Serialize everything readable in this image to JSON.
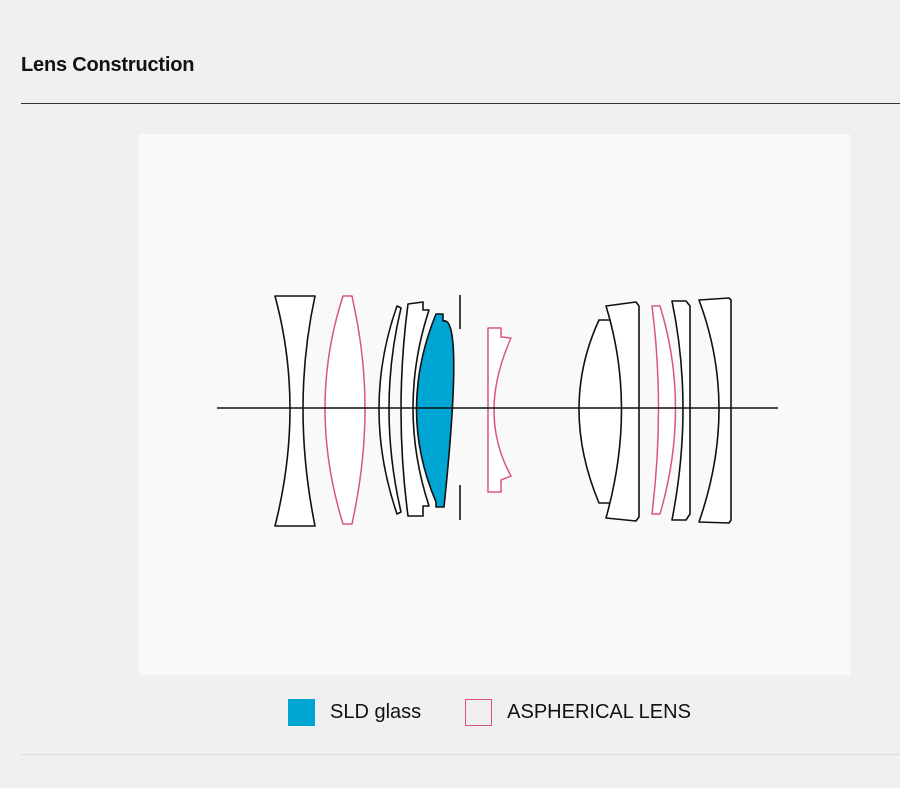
{
  "section": {
    "title": "Lens Construction"
  },
  "diagram": {
    "colors": {
      "outline": "#111111",
      "sld_fill": "#00a6d3",
      "aspherical_stroke": "#d8567e",
      "panel_bg": "#f9f9f9"
    }
  },
  "legend": {
    "items": [
      {
        "label": "SLD glass",
        "swatch": "filled",
        "color": "#00a6d3"
      },
      {
        "label": "ASPHERICAL LENS",
        "swatch": "outline",
        "color": "#d8567e"
      }
    ]
  }
}
